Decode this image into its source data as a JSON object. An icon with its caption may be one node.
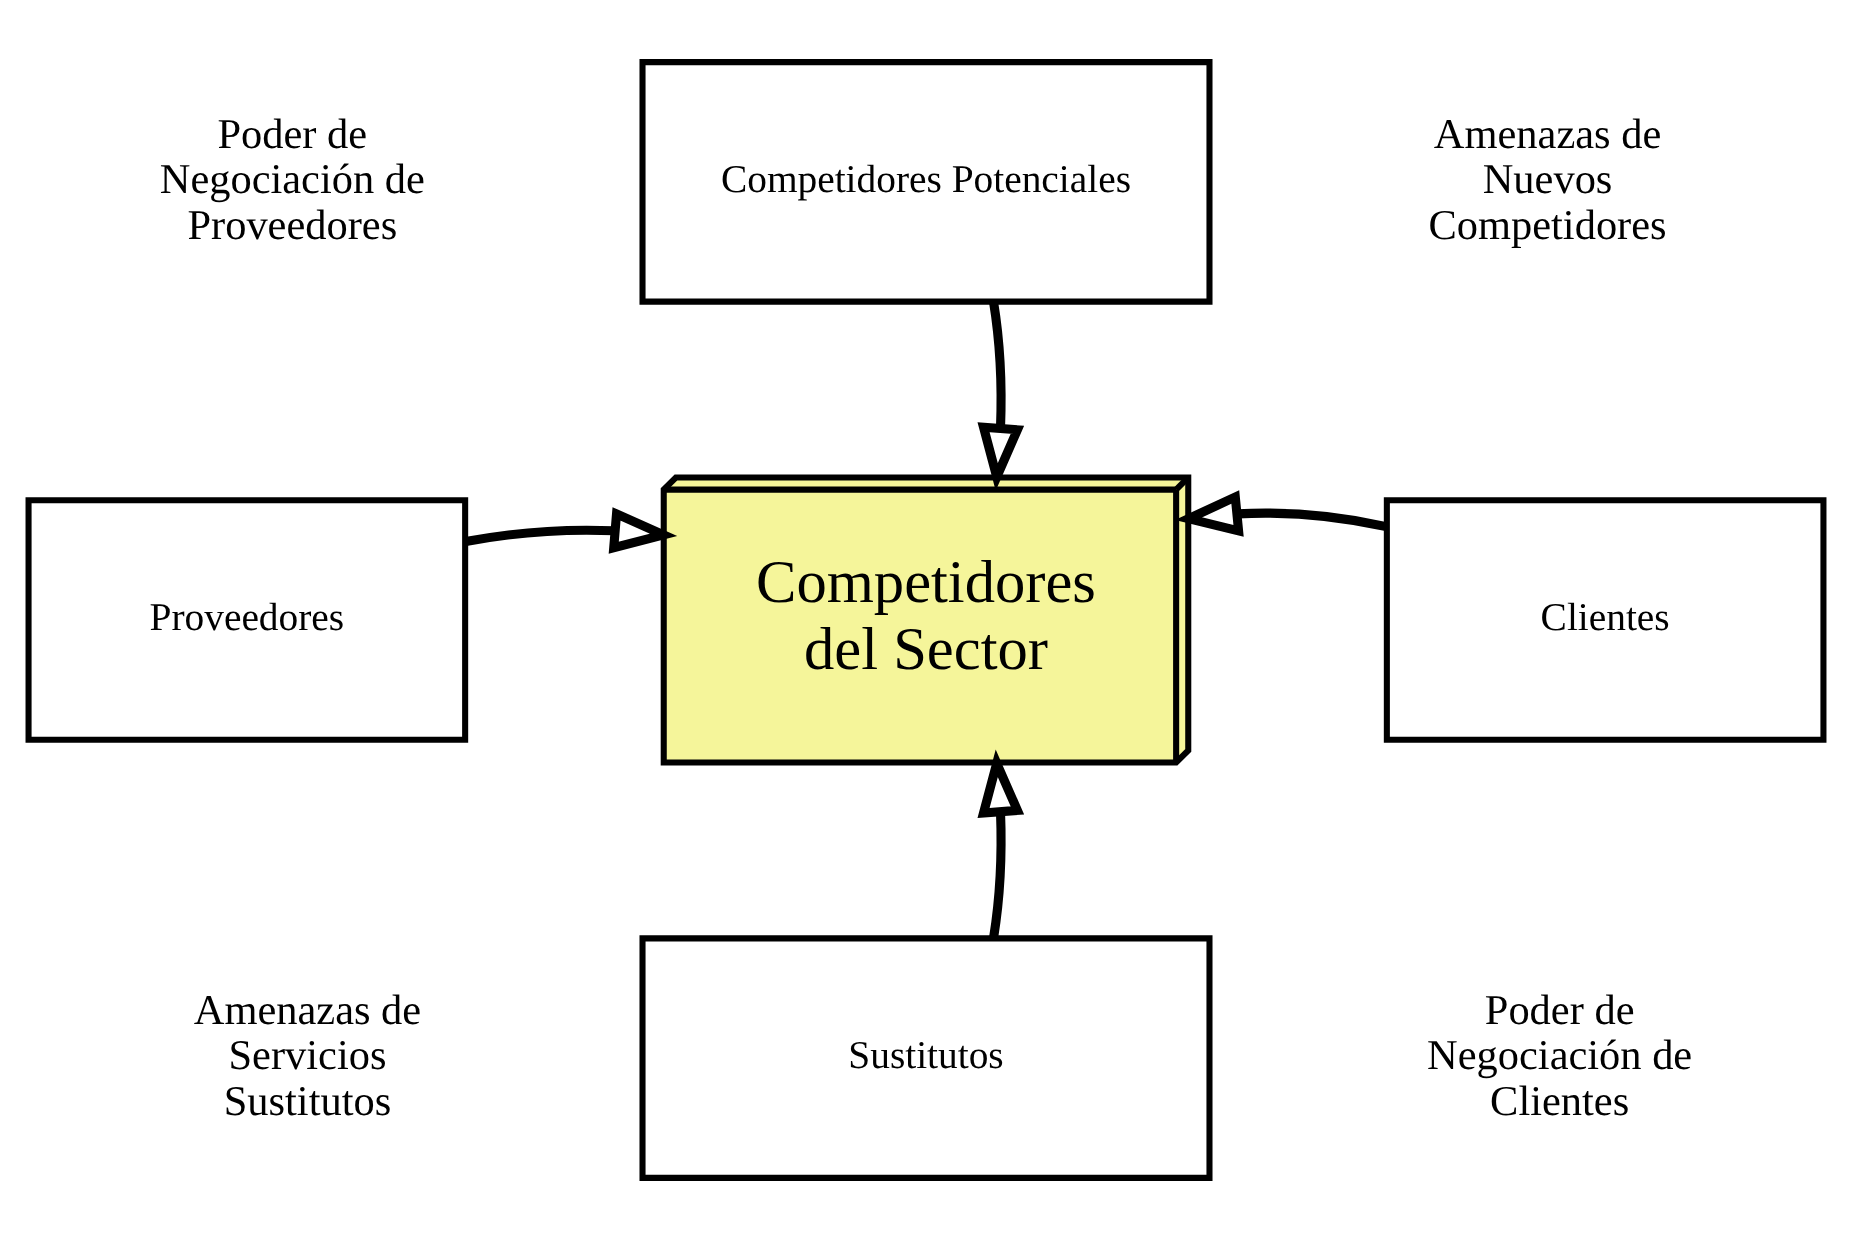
{
  "diagram": {
    "nodes": [
      {
        "text": [
          "Competidores Potenciales"
        ]
      },
      {
        "text": [
          "Proveedores"
        ]
      },
      {
        "text": [
          "Competidores del Sector"
        ]
      },
      {
        "text": [
          "Clientes"
        ]
      },
      {
        "text": [
          "Sustitutos"
        ]
      }
    ],
    "edges": [
      {
        "from": 0,
        "to": 2,
        "arrow": "to"
      },
      {
        "from": 1,
        "to": 2,
        "arrow": "to"
      },
      {
        "from": 3,
        "to": 2,
        "arrow": "to"
      },
      {
        "from": 4,
        "to": 2,
        "arrow": "to"
      }
    ],
    "labels": [
      "Poder de Negociación de Proveedores",
      "Amenazas de Nuevos Competidores",
      "Amenazas de Servicios Sustitutos",
      "Poder de Negociación de Clientes"
    ]
  }
}
